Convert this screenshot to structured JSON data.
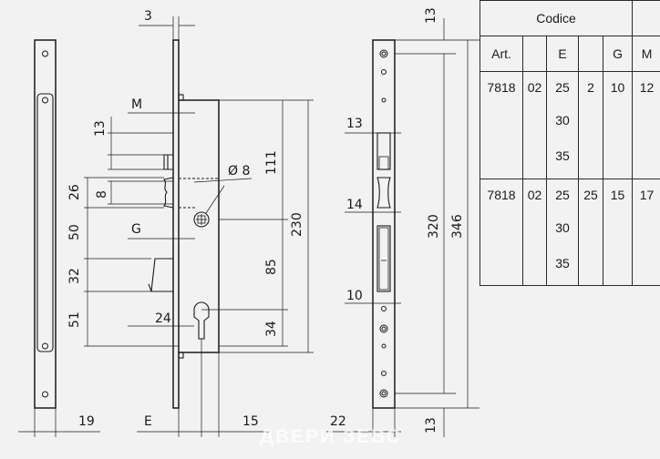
{
  "dimensions": {
    "d3": "3",
    "M": "M",
    "d13_a": "13",
    "d26": "26",
    "d8": "8",
    "d50": "50",
    "G": "G",
    "d32": "32",
    "d51": "51",
    "d24": "24",
    "dia8": "Ø 8",
    "d111": "111",
    "d230": "230",
    "d85": "85",
    "d34": "34",
    "d19": "19",
    "E": "E",
    "d15": "15",
    "d22": "22",
    "d13_top": "13",
    "d13_side": "13",
    "d14": "14",
    "d10": "10",
    "d320": "320",
    "d346": "346",
    "d13_bottom": "13"
  },
  "table": {
    "title": "Codice",
    "headers": [
      "Art.",
      "",
      "E",
      "",
      "G",
      "M"
    ],
    "rows": [
      {
        "art": "7818",
        "code": "02",
        "e": [
          "25",
          "30",
          "35"
        ],
        "x": "2",
        "g": "10",
        "m": "12"
      },
      {
        "art": "7818",
        "code": "02",
        "e": [
          "25",
          "30",
          "35"
        ],
        "x": "25",
        "g": "15",
        "m": "17"
      }
    ]
  },
  "watermark": "ДВЕРИ ЗЕВС"
}
